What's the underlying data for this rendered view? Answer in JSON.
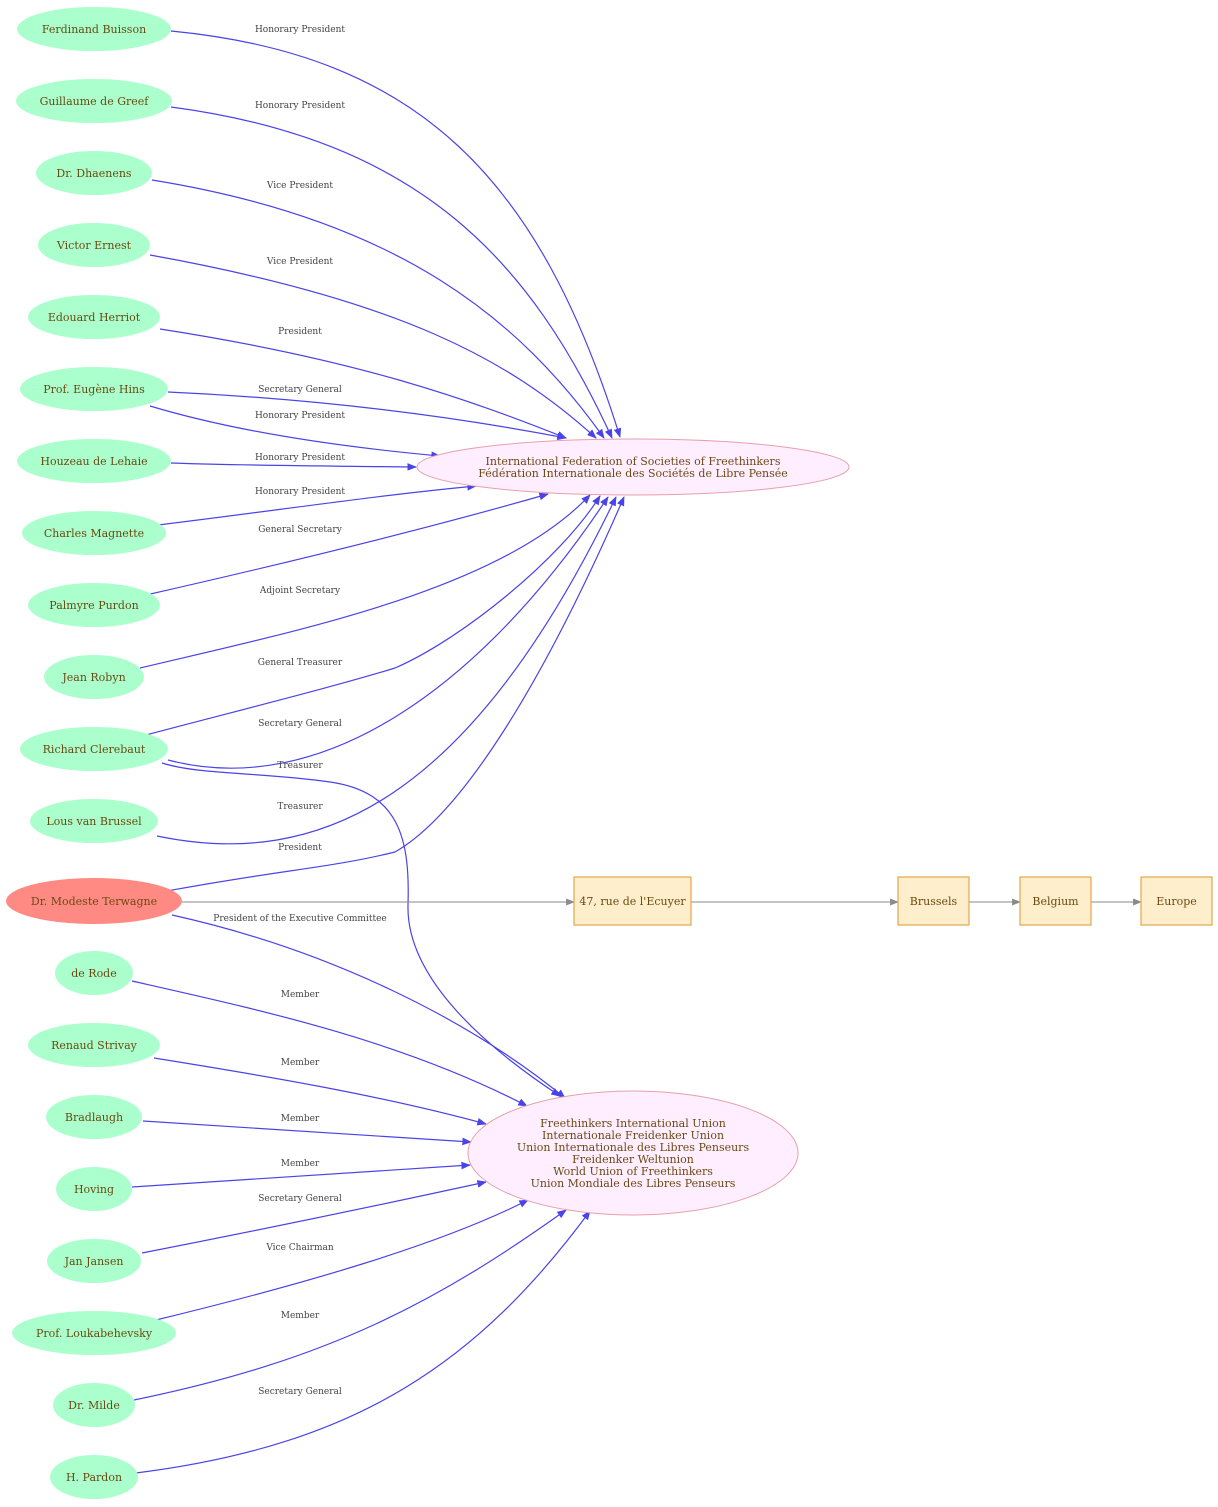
{
  "colors": {
    "person_fill": "#aaffcc",
    "highlight_fill": "#ff8a84",
    "org_fill": "#ffeeff",
    "org_stroke": "#e6a0a8",
    "place_fill": "#ffeecc",
    "place_stroke": "#e0a84a",
    "role_edge": "#4a44e8",
    "location_edge": "#8a8a8a",
    "text": "#6b4a12"
  },
  "people": [
    {
      "id": "buisson",
      "label": "Ferdinand Buisson"
    },
    {
      "id": "greef",
      "label": "Guillaume de Greef"
    },
    {
      "id": "dhaenens",
      "label": "Dr. Dhaenens"
    },
    {
      "id": "ernest",
      "label": "Victor Ernest"
    },
    {
      "id": "herriot",
      "label": "Edouard Herriot"
    },
    {
      "id": "hins",
      "label": "Prof. Eugène Hins"
    },
    {
      "id": "houzeau",
      "label": "Houzeau de Lehaie"
    },
    {
      "id": "magnette",
      "label": "Charles Magnette"
    },
    {
      "id": "purdon",
      "label": "Palmyre Purdon"
    },
    {
      "id": "robyn",
      "label": "Jean Robyn"
    },
    {
      "id": "clerebaut",
      "label": "Richard Clerebaut"
    },
    {
      "id": "brussel",
      "label": "Lous van Brussel"
    },
    {
      "id": "terwagne",
      "label": "Dr. Modeste Terwagne",
      "highlight": true
    },
    {
      "id": "rode",
      "label": "de Rode"
    },
    {
      "id": "strivay",
      "label": "Renaud Strivay"
    },
    {
      "id": "bradlaugh",
      "label": "Bradlaugh"
    },
    {
      "id": "hoving",
      "label": "Hoving"
    },
    {
      "id": "jansen",
      "label": "Jan Jansen"
    },
    {
      "id": "loukabehevsky",
      "label": "Prof. Loukabehevsky"
    },
    {
      "id": "milde",
      "label": "Dr. Milde"
    },
    {
      "id": "pardon",
      "label": "H. Pardon"
    }
  ],
  "organizations": [
    {
      "id": "ifsf",
      "lines": [
        "International Federation of Societies of Freethinkers",
        "Fédération Internationale des Sociétés de Libre Pensée"
      ]
    },
    {
      "id": "fiu",
      "lines": [
        "Freethinkers International Union",
        "Internationale Freidenker Union",
        "Union Internationale des Libres Penseurs",
        "Freidenker Weltunion",
        "World Union of Freethinkers",
        "Union Mondiale des Libres Penseurs"
      ]
    }
  ],
  "places": [
    {
      "id": "street",
      "label": "47, rue de l'Ecuyer"
    },
    {
      "id": "brussels",
      "label": "Brussels"
    },
    {
      "id": "belgium",
      "label": "Belgium"
    },
    {
      "id": "europe",
      "label": "Europe"
    }
  ],
  "edges": [
    {
      "from": "buisson",
      "to": "ifsf",
      "label": "Honorary President"
    },
    {
      "from": "greef",
      "to": "ifsf",
      "label": "Honorary President"
    },
    {
      "from": "dhaenens",
      "to": "ifsf",
      "label": "Vice President"
    },
    {
      "from": "ernest",
      "to": "ifsf",
      "label": "Vice President"
    },
    {
      "from": "herriot",
      "to": "ifsf",
      "label": "President"
    },
    {
      "from": "hins",
      "to": "ifsf",
      "label": "Secretary General"
    },
    {
      "from": "hins",
      "to": "ifsf",
      "label": "Honorary President"
    },
    {
      "from": "houzeau",
      "to": "ifsf",
      "label": "Honorary President"
    },
    {
      "from": "magnette",
      "to": "ifsf",
      "label": "Honorary President"
    },
    {
      "from": "purdon",
      "to": "ifsf",
      "label": "General Secretary"
    },
    {
      "from": "robyn",
      "to": "ifsf",
      "label": "Adjoint Secretary"
    },
    {
      "from": "clerebaut",
      "to": "ifsf",
      "label": "General Treasurer"
    },
    {
      "from": "clerebaut",
      "to": "ifsf",
      "label": "Secretary General"
    },
    {
      "from": "clerebaut",
      "to": "fiu",
      "label": "Treasurer"
    },
    {
      "from": "brussel",
      "to": "ifsf",
      "label": "Treasurer"
    },
    {
      "from": "terwagne",
      "to": "ifsf",
      "label": "President"
    },
    {
      "from": "terwagne",
      "to": "fiu",
      "label": "President of the Executive Committee"
    },
    {
      "from": "rode",
      "to": "fiu",
      "label": "Member"
    },
    {
      "from": "strivay",
      "to": "fiu",
      "label": "Member"
    },
    {
      "from": "bradlaugh",
      "to": "fiu",
      "label": "Member"
    },
    {
      "from": "hoving",
      "to": "fiu",
      "label": "Member"
    },
    {
      "from": "jansen",
      "to": "fiu",
      "label": "Secretary General"
    },
    {
      "from": "loukabehevsky",
      "to": "fiu",
      "label": "Vice Chairman"
    },
    {
      "from": "milde",
      "to": "fiu",
      "label": "Member"
    },
    {
      "from": "pardon",
      "to": "fiu",
      "label": "Secretary General"
    },
    {
      "from": "terwagne",
      "to": "street",
      "label": "",
      "kind": "location"
    },
    {
      "from": "street",
      "to": "brussels",
      "label": "",
      "kind": "location"
    },
    {
      "from": "brussels",
      "to": "belgium",
      "label": "",
      "kind": "location"
    },
    {
      "from": "belgium",
      "to": "europe",
      "label": "",
      "kind": "location"
    }
  ]
}
